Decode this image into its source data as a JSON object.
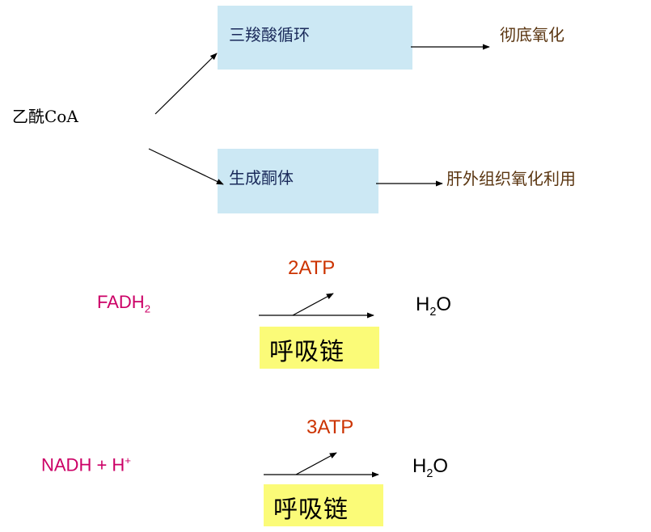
{
  "acetyl_coa": "乙酰CoA",
  "tca_cycle": "三羧酸循环",
  "complete_oxidation": "彻底氧化",
  "ketone_body": "生成酮体",
  "extrahepatic_use": "肝外组织氧化利用",
  "fadh": {
    "label": "FADH",
    "sub": "2",
    "atp": "2ATP",
    "water_h": "H",
    "water_sub": "2",
    "water_o": "O",
    "chain": "呼吸链"
  },
  "nadh": {
    "label": "NADH + H",
    "sup": "+",
    "atp": "3ATP",
    "water_h": "H",
    "water_sub": "2",
    "water_o": "O",
    "chain": "呼吸链"
  },
  "colors": {
    "box_blue": "#cce8f4",
    "box_yellow": "#fbfb78",
    "magenta": "#cc0066",
    "orange": "#cc3300"
  }
}
